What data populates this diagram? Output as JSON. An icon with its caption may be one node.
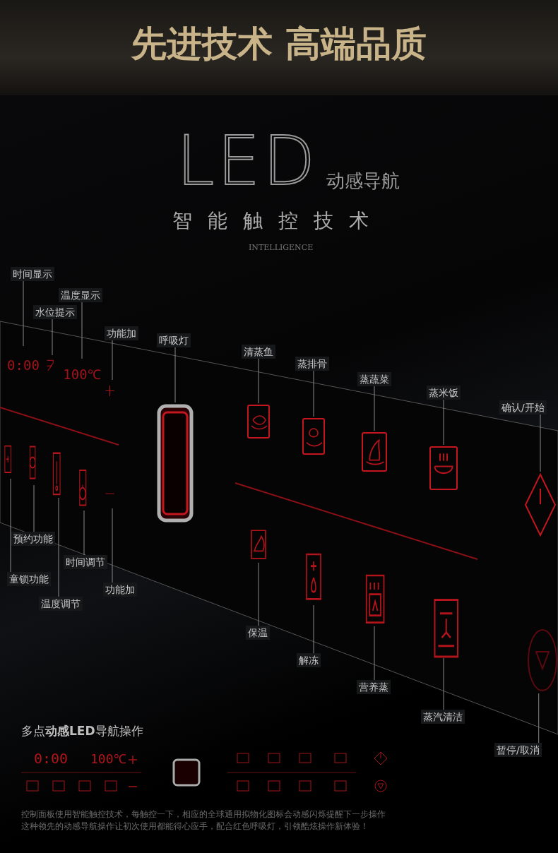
{
  "diagram": {
    "title": "先进技术 高端品质",
    "nodes": [
      {
        "text": [
          "时间显示"
        ]
      },
      {
        "text": [
          "水位提示"
        ]
      },
      {
        "text": [
          "温度显示"
        ]
      },
      {
        "text": [
          "功能加"
        ]
      },
      {
        "text": [
          "呼吸灯"
        ]
      },
      {
        "text": [
          "清蒸鱼"
        ]
      },
      {
        "text": [
          "蒸排骨"
        ]
      },
      {
        "text": [
          "蒸蔬菜"
        ]
      },
      {
        "text": [
          "蒸米饭"
        ]
      },
      {
        "text": [
          "确认/开始"
        ]
      },
      {
        "text": [
          "预约功能"
        ]
      },
      {
        "text": [
          "时间调节"
        ]
      },
      {
        "text": [
          "童锁功能"
        ]
      },
      {
        "text": [
          "功能加"
        ]
      },
      {
        "text": [
          "温度调节"
        ]
      },
      {
        "text": [
          "保温"
        ]
      },
      {
        "text": [
          "解冻"
        ]
      },
      {
        "text": [
          "营养蒸"
        ]
      },
      {
        "text": [
          "蒸汽清洁"
        ]
      },
      {
        "text": [
          "暂停/取消"
        ]
      },
      {
        "text": [
          "0:00"
        ]
      },
      {
        "text": [],
        "shape": "picture"
      },
      {
        "text": [
          "100℃"
        ]
      },
      {
        "text": [],
        "shape": "picture"
      },
      {
        "text": [],
        "shape": "box"
      },
      {
        "text": [],
        "shape": "picture"
      },
      {
        "text": [],
        "shape": "picture"
      },
      {
        "text": [],
        "shape": "picture"
      },
      {
        "text": [],
        "shape": "picture"
      },
      {
        "text": [],
        "shape": "diamond"
      },
      {
        "text": [],
        "shape": "picture"
      },
      {
        "text": [],
        "shape": "picture"
      },
      {
        "text": [],
        "shape": "picture"
      },
      {
        "text": [],
        "shape": "picture"
      },
      {
        "text": [],
        "shape": "picture"
      },
      {
        "text": [],
        "shape": "picture"
      },
      {
        "text": [],
        "shape": "picture"
      },
      {
        "text": [],
        "shape": "picture"
      },
      {
        "text": [],
        "shape": "picture"
      },
      {
        "text": [],
        "shape": "circle"
      }
    ],
    "edges": [
      {
        "from": 0,
        "to": 20,
        "arrow": "none"
      },
      {
        "from": 1,
        "to": 21,
        "arrow": "none"
      },
      {
        "from": 2,
        "to": 22,
        "arrow": "none"
      },
      {
        "from": 3,
        "to": 23,
        "arrow": "none"
      },
      {
        "from": 4,
        "to": 24,
        "arrow": "none"
      },
      {
        "from": 5,
        "to": 25,
        "arrow": "none"
      },
      {
        "from": 6,
        "to": 26,
        "arrow": "none"
      },
      {
        "from": 7,
        "to": 27,
        "arrow": "none"
      },
      {
        "from": 8,
        "to": 28,
        "arrow": "none"
      },
      {
        "from": 9,
        "to": 29,
        "arrow": "none"
      },
      {
        "from": 10,
        "to": 30,
        "arrow": "none"
      },
      {
        "from": 11,
        "to": 31,
        "arrow": "none"
      },
      {
        "from": 12,
        "to": 32,
        "arrow": "none"
      },
      {
        "from": 13,
        "to": 33,
        "arrow": "none"
      },
      {
        "from": 14,
        "to": 34,
        "arrow": "none"
      },
      {
        "from": 15,
        "to": 35,
        "arrow": "none"
      },
      {
        "from": 16,
        "to": 36,
        "arrow": "none"
      },
      {
        "from": 17,
        "to": 37,
        "arrow": "none"
      },
      {
        "from": 18,
        "to": 38,
        "arrow": "none"
      },
      {
        "from": 19,
        "to": 39,
        "arrow": "none"
      }
    ],
    "labels": [
      "LED",
      "动感导航",
      "智能触控技术",
      "INTELLIGENCE",
      "多点**动感LED**导航操作",
      "0:00",
      "100℃",
      "控制面板使用智能触控技术，每触控一下，相应的全球通用拟物化图标会动感闪烁提醒下一步操作",
      "这种领先的动感导航操作让初次使用都能得心应手，配合红色呼吸灯，引领酷炫操作新体验！"
    ]
  }
}
